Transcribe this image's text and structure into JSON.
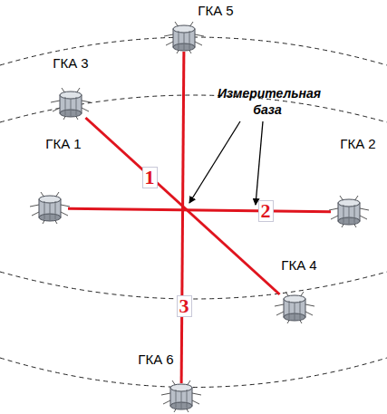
{
  "diagram": {
    "nodes": [
      {
        "text": [
          "ГКА 5"
        ]
      },
      {
        "text": [
          "ГКА 3"
        ]
      },
      {
        "text": [
          "ГКА 1"
        ]
      },
      {
        "text": [
          "ГКА 2"
        ]
      },
      {
        "text": [
          "ГКА 4"
        ]
      },
      {
        "text": [
          "ГКА 6"
        ]
      }
    ],
    "edges": [
      {
        "from": 1,
        "to": 4,
        "arrow": "none",
        "label": "1"
      },
      {
        "from": 2,
        "to": 3,
        "arrow": "none",
        "label": "2"
      },
      {
        "from": 0,
        "to": 5,
        "arrow": "none",
        "label": "3"
      }
    ],
    "labels": [
      "Измерительная база"
    ]
  }
}
